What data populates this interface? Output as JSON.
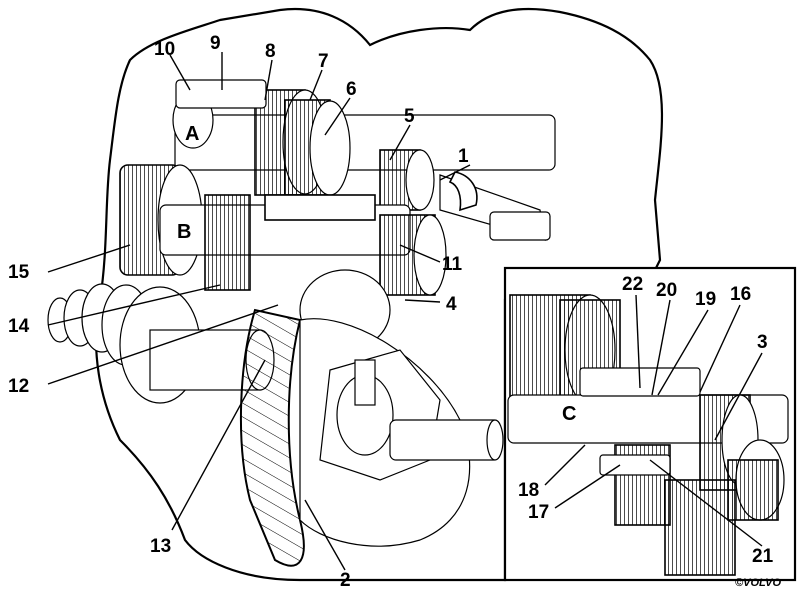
{
  "shaft_labels": {
    "a": "A",
    "b": "B",
    "c": "C"
  },
  "callouts": {
    "n1": "1",
    "n2": "2",
    "n3": "3",
    "n4": "4",
    "n5": "5",
    "n6": "6",
    "n7": "7",
    "n8": "8",
    "n9": "9",
    "n10": "10",
    "n11": "11",
    "n12": "12",
    "n13": "13",
    "n14": "14",
    "n15": "15",
    "n16": "16",
    "n17": "17",
    "n18": "18",
    "n19": "19",
    "n20": "20",
    "n21": "21",
    "n22": "22"
  },
  "copyright": "©VOLVO"
}
